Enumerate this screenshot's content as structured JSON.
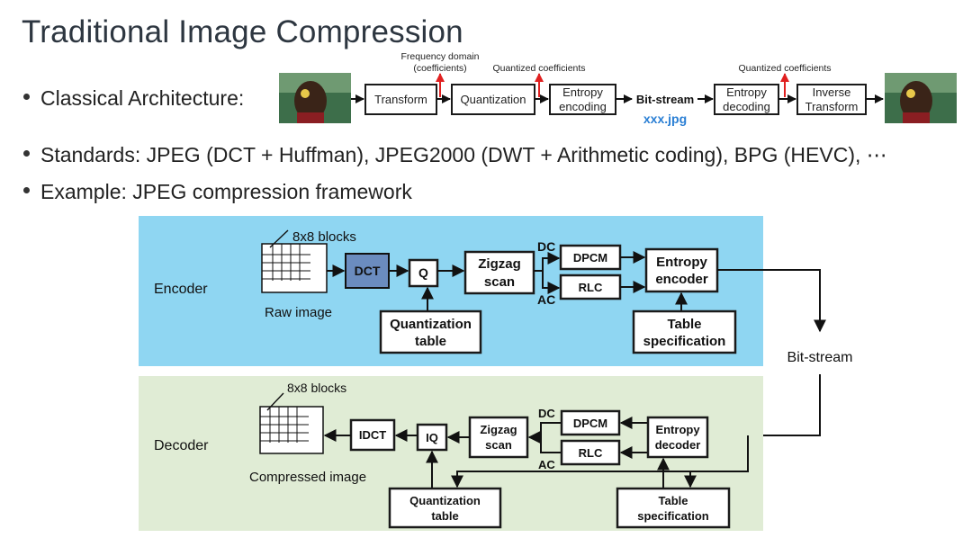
{
  "slide": {
    "title": "Traditional Image Compression",
    "bullets": [
      "Classical Architecture:",
      "Standards: JPEG (DCT + Huffman), JPEG2000 (DWT + Arithmetic coding), BPG (HEVC), ⋯",
      "Example: JPEG compression framework"
    ]
  },
  "pipeline": {
    "transform": "Transform",
    "quantization": "Quantization",
    "entropy_encoding": [
      "Entropy",
      "encoding"
    ],
    "bitstream": "Bit-stream",
    "filename": "xxx.jpg",
    "entropy_decoding": [
      "Entropy",
      "decoding"
    ],
    "inverse_transform": [
      "Inverse",
      "Transform"
    ],
    "freq_domain": [
      "Frequency domain",
      "(coefficients)"
    ],
    "quantized_1": "Quantized coefficients",
    "quantized_2": "Quantized coefficients"
  },
  "encoder": {
    "label": "Encoder",
    "blocks_label": "8x8 blocks",
    "raw_image": "Raw image",
    "dct": "DCT",
    "q": "Q",
    "zigzag": [
      "Zigzag",
      "scan"
    ],
    "dc": "DC",
    "ac": "AC",
    "dpcm": "DPCM",
    "rlc": "RLC",
    "entropy_encoder": [
      "Entropy",
      "encoder"
    ],
    "quant_table": [
      "Quantization",
      "table"
    ],
    "table_spec": [
      "Table",
      "specification"
    ]
  },
  "bitstream_label": "Bit-stream",
  "decoder": {
    "label": "Decoder",
    "blocks_label": "8x8 blocks",
    "compressed_image": "Compressed image",
    "idct": "IDCT",
    "iq": "IQ",
    "zigzag": [
      "Zigzag",
      "scan"
    ],
    "dc": "DC",
    "ac": "AC",
    "dpcm": "DPCM",
    "rlc": "RLC",
    "entropy_decoder": [
      "Entropy",
      "decoder"
    ],
    "quant_table": [
      "Quantization",
      "table"
    ],
    "table_spec": [
      "Table",
      "specification"
    ]
  },
  "colors": {
    "encoder_bg": "#8fd6f2",
    "decoder_bg": "#e0ecd5",
    "dct_fill": "#6b8cbf",
    "accent_blue": "#2a7fd4",
    "arrow_red": "#e02020"
  }
}
